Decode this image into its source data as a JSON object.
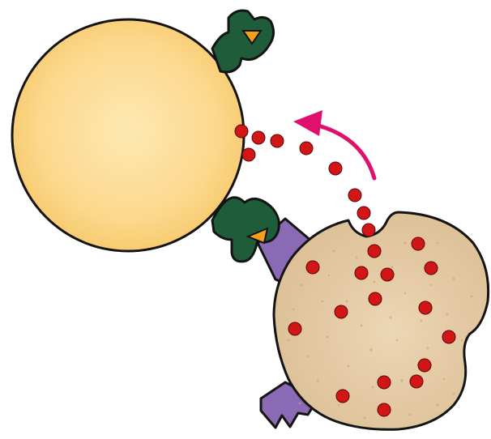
{
  "diagram": {
    "description_visible_text": "",
    "colors": {
      "background": "#ffffff",
      "outline": "#141414",
      "target_cell_fill": "#fcd88c",
      "target_cell_highlight": "#fde8b4",
      "secreting_cell_fill": "#e6cca6",
      "secreting_cell_speckle": "#c9ab84",
      "receptor_fill": "#1f5c3a",
      "ligand_triangle": "#f5a018",
      "membrane_protein_fill": "#8a6ab4",
      "signal_molecule": "#d21616",
      "arrow": "#e0106e"
    },
    "elements": {
      "target_cell": "target-cell",
      "secreting_cell": "secreting-cell",
      "signal_molecules": "signal-molecules",
      "receptors": "receptors",
      "membrane_proteins": "membrane-proteins",
      "arrow": "direction-arrow"
    }
  }
}
